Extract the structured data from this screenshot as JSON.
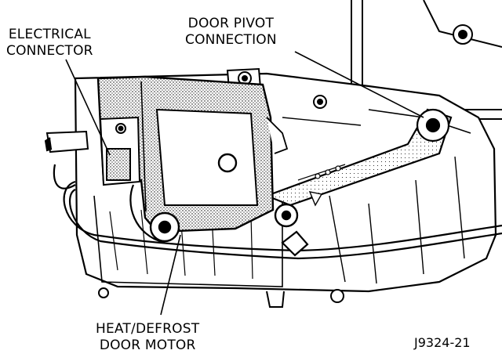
{
  "labels": {
    "electrical_connector": [
      "ELECTRICAL",
      "CONNECTOR"
    ],
    "door_pivot_connection": [
      "DOOR PIVOT",
      "CONNECTION"
    ],
    "heat_defrost_door_motor": [
      "HEAT/DEFROST",
      "DOOR MOTOR"
    ]
  },
  "figure_id": "J9324-21"
}
